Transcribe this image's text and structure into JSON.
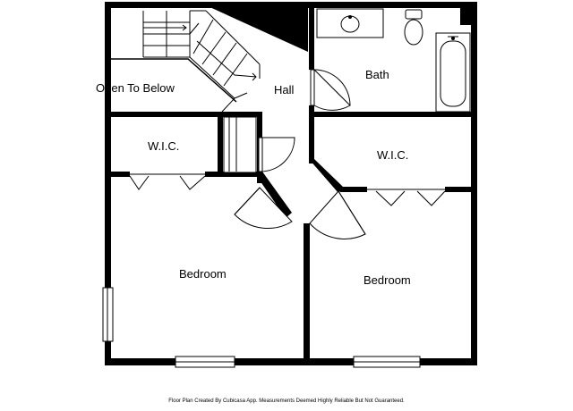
{
  "rooms": {
    "open_to_below": "Open To Below",
    "hall": "Hall",
    "bath": "Bath",
    "wic_left": "W.I.C.",
    "wic_right": "W.I.C.",
    "bedroom_left": "Bedroom",
    "bedroom_right": "Bedroom"
  },
  "footer": {
    "credit": "Floor Plan Created By Cubicasa App. Measurements Deemed Highly Reliable But Not Guaranteed."
  }
}
